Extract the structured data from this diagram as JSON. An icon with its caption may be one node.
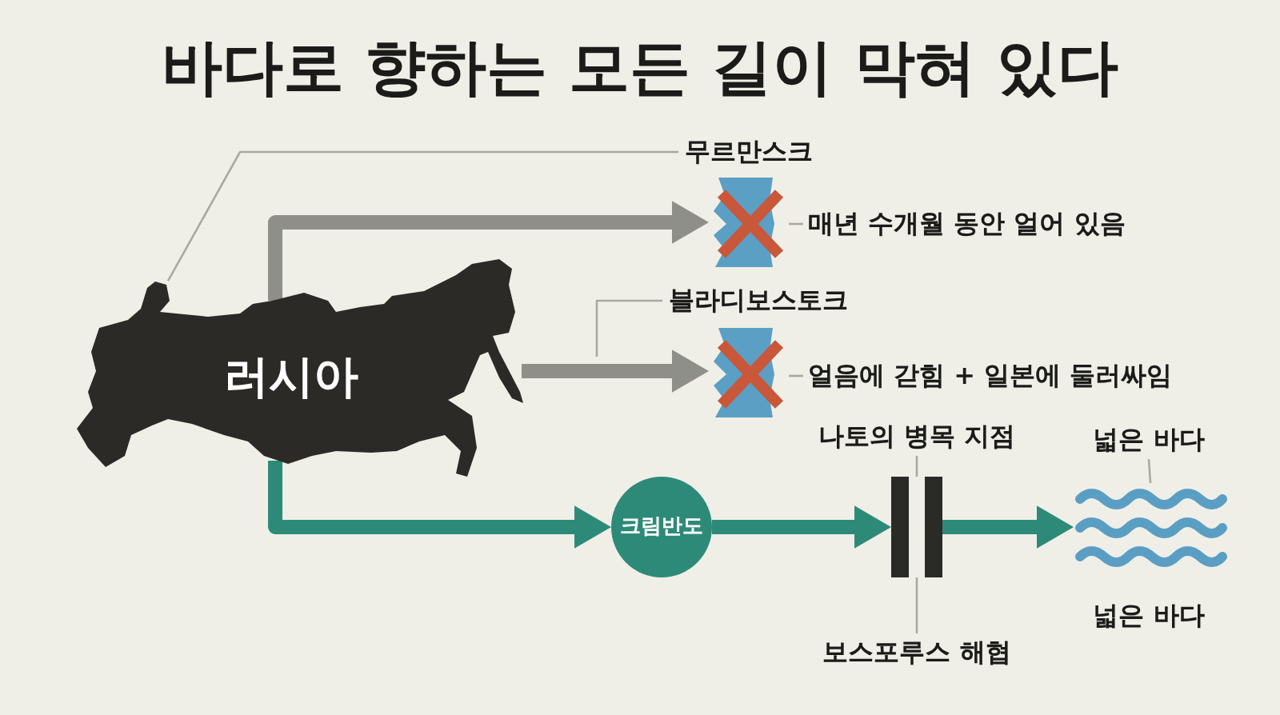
{
  "diagram": {
    "title": "바다로 향하는 모든 길이 막혀 있다",
    "nodes": [
      {
        "text": [
          "러시아"
        ]
      },
      {
        "text": [
          "무르만스크"
        ]
      },
      {
        "text": [],
        "shape": "picture"
      },
      {
        "text": [
          "매년 수개월 동안 얼어 있음"
        ]
      },
      {
        "text": [
          "블라디보스토크"
        ]
      },
      {
        "text": [],
        "shape": "picture"
      },
      {
        "text": [
          "얼음에 갇힘 + 일본에 둘러싸임"
        ]
      },
      {
        "text": [
          "크림반도"
        ]
      },
      {
        "text": [
          "나토의 병목 지점"
        ]
      },
      {
        "text": [],
        "shape": "bar"
      },
      {
        "text": [
          "보스포루스 해협"
        ]
      },
      {
        "text": [
          "넓은 바다"
        ]
      },
      {
        "text": [],
        "shape": "picture"
      },
      {
        "text": [
          "넓은 바다"
        ]
      }
    ],
    "edges": [
      {
        "from": 0,
        "to": 2,
        "arrow": "to",
        "style": "thick",
        "color": "#8f8f89"
      },
      {
        "from": 0,
        "to": 5,
        "arrow": "to",
        "style": "thick",
        "color": "#8f8f89"
      },
      {
        "from": 0,
        "to": 7,
        "arrow": "to",
        "style": "thick",
        "color": "#2e8a78"
      },
      {
        "from": 7,
        "to": 9,
        "arrow": "to",
        "style": "thick",
        "color": "#2e8a78"
      },
      {
        "from": 9,
        "to": 12,
        "arrow": "to",
        "style": "thick",
        "color": "#2e8a78"
      },
      {
        "from": 1,
        "to": 0,
        "arrow": "none"
      },
      {
        "from": 4,
        "to": null,
        "arrow": "none"
      },
      {
        "from": 3,
        "to": 2,
        "arrow": "none"
      },
      {
        "from": 6,
        "to": 5,
        "arrow": "none"
      },
      {
        "from": 8,
        "to": 9,
        "arrow": "none"
      },
      {
        "from": 10,
        "to": 9,
        "arrow": "none"
      },
      {
        "from": 11,
        "to": 12,
        "arrow": "none"
      }
    ]
  }
}
